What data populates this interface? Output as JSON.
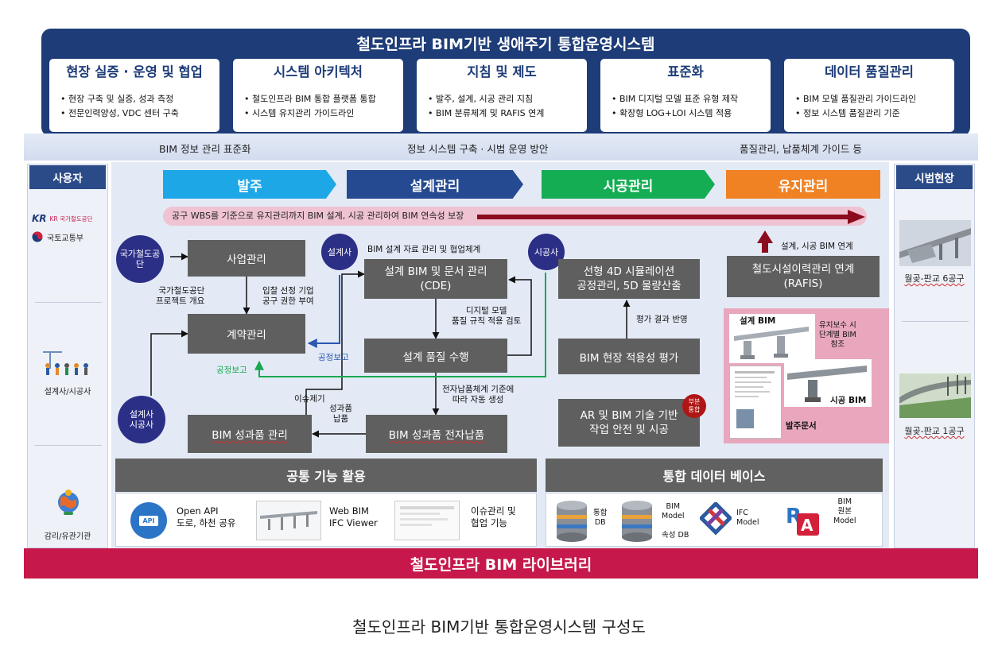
{
  "header": {
    "title": "철도인프라 BIM기반 생애주기 통합운영시스템",
    "categories": [
      {
        "title": "현장 실증 · 운영 및 협업",
        "items": [
          "• 현장 구축 및 실증, 성과 측정",
          "• 전문인력양성, VDC 센터 구축"
        ]
      },
      {
        "title": "시스템 아키텍처",
        "items": [
          "• 철도인프라 BIM 통합 플랫폼 통합",
          "• 시스템 유지관리 가이드라인"
        ]
      },
      {
        "title": "지침 및 제도",
        "items": [
          "• 발주, 설계, 시공 관리 지침",
          "• BIM 분류체계 및 RAFIS 연계"
        ]
      },
      {
        "title": "표준화",
        "items": [
          "• BIM 디지털 모델 표준 유형 제작",
          "• 확장형 LOG+LOI 시스템 적용"
        ]
      },
      {
        "title": "데이터 품질관리",
        "items": [
          "• BIM 모델 품질관리 가이드라인",
          "• 정보 시스템 품질관리 기준"
        ]
      }
    ]
  },
  "band": {
    "left": "BIM 정보 관리 표준화",
    "center": "정보 시스템 구축 · 시범 운영 방안",
    "right": "품질관리, 납품체계 가이드 등"
  },
  "left_panel": {
    "title": "사용자",
    "logo1": "KR 국가철도공단",
    "logo2": "국토교통부",
    "group2": "설계사/시공사",
    "group3": "감리/유관기관"
  },
  "right_panel": {
    "title": "시범현장",
    "site1": "월곶-판교 6공구",
    "site2": "월곶-판교 1공구"
  },
  "phases": [
    "발주",
    "설계관리",
    "시공관리",
    "유지관리"
  ],
  "wbs_text": "공구 WBS를 기준으로 유지관리까지 BIM 설계, 시공 관리하여 BIM 연속성 보장",
  "actors": {
    "owner": "국가철도공\n단",
    "designer": "설계사",
    "contractor": "시공사",
    "designer_contractor": "설계사\n시공사"
  },
  "boxes": {
    "project": "사업관리",
    "contract": "계약관리",
    "deliverables": "BIM 성과품 관리",
    "cde": "설계 BIM 및 문서 관리\n(CDE)",
    "quality": "설계 품질 수행",
    "e_delivery": "BIM 성과품 전자납품",
    "sim": "선형 4D 시뮬레이션\n공정관리, 5D 물량산출",
    "applicability": "BIM 현장 적용성 평가",
    "ar": "AR 및 BIM 기술 기반\n작업 안전 및 시공",
    "rafis": "철도시설이력관리 연계\n(RAFIS)"
  },
  "notes": {
    "overview": "국가철도공단\n프로젝트 개요",
    "bidding": "입찰 선정 기업\n공구 권한 부여",
    "design_coop": "BIM 설계 자료 관리 및 협업체계",
    "digital_model": "디지털 모델\n품질 규칙 적용 검토",
    "progress_report_1": "공정보고",
    "progress_report_2": "공정보고",
    "issue": "이슈제기",
    "deliverable_submit": "성과품\n납품",
    "auto_gen": "전자납품체계 기준에\n따라 자동 생성",
    "eval_reflect": "평가 결과 반영",
    "bim_link": "설계, 시공 BIM 연계",
    "partial": "부분\n통합"
  },
  "maintenance_panel": {
    "design_bim": "설계 BIM",
    "maintenance_ref": "유지보수 시\n단계별 BIM\n참조",
    "construction_bim": "시공 BIM",
    "owner_docs": "발주문서"
  },
  "common": {
    "title": "공통 기능 활용",
    "api": "Open API\n도로, 하천 공유",
    "webbim": "Web BIM\nIFC Viewer",
    "issue": "이슈관리 및\n협업 기능",
    "api_badge": "API"
  },
  "database": {
    "title": "통합 데이터 베이스",
    "integrated_db": "통합\nDB",
    "bim_model": "BIM\nModel",
    "attr_db": "속성 DB",
    "ifc_model": "IFC\nModel",
    "bim_original": "BIM\n원본\nModel"
  },
  "footer": "철도인프라 BIM 라이브러리",
  "caption": "철도인프라 BIM기반 통합운영시스템 구성도",
  "colors": {
    "navy": "#1d3c78",
    "phase_order": "#1ea7e6",
    "phase_design": "#254a91",
    "phase_build": "#15ad54",
    "phase_maint": "#f08224",
    "footer": "#c6184a",
    "wbs_arrow": "#8b0c1e"
  }
}
